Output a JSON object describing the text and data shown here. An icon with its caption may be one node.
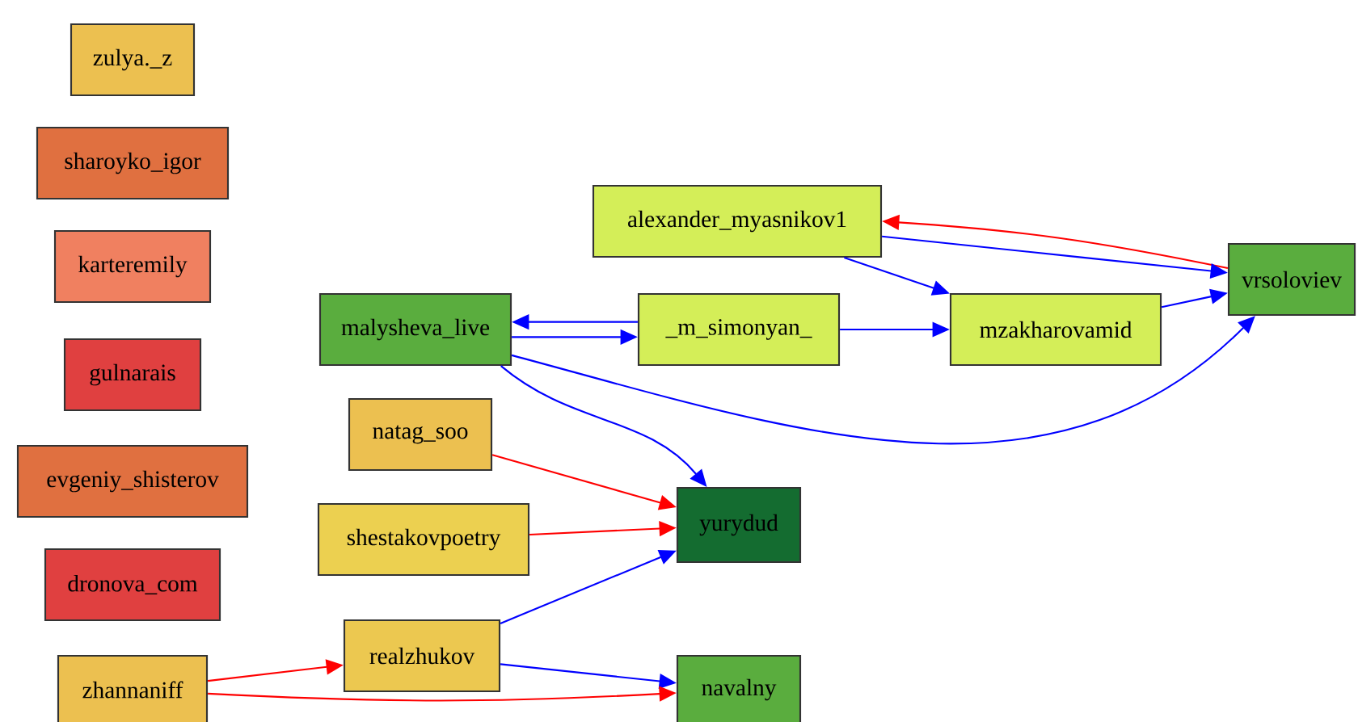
{
  "diagram": {
    "nodes": [
      {
        "text": [
          "zulya._z"
        ]
      },
      {
        "text": [
          "sharoyko_igor"
        ]
      },
      {
        "text": [
          "karteremily"
        ]
      },
      {
        "text": [
          "gulnarais"
        ]
      },
      {
        "text": [
          "evgeniy_shisterov"
        ]
      },
      {
        "text": [
          "dronova_com"
        ]
      },
      {
        "text": [
          "zhannaniff"
        ]
      },
      {
        "text": [
          "natag_soo"
        ]
      },
      {
        "text": [
          "shestakovpoetry"
        ]
      },
      {
        "text": [
          "realzhukov"
        ]
      },
      {
        "text": [
          "malysheva_live"
        ]
      },
      {
        "text": [
          "_m_simonyan_"
        ]
      },
      {
        "text": [
          "alexander_myasnikov1"
        ]
      },
      {
        "text": [
          "mzakharovamid"
        ]
      },
      {
        "text": [
          "vrsoloviev"
        ]
      },
      {
        "text": [
          "yurydud"
        ]
      },
      {
        "text": [
          "navalny"
        ]
      }
    ],
    "edges": [
      {
        "from": 14,
        "to": 12,
        "arrow": "to",
        "color": "#ff0000"
      },
      {
        "from": 12,
        "to": 14,
        "arrow": "to"
      },
      {
        "from": 12,
        "to": 13,
        "arrow": "to"
      },
      {
        "from": 13,
        "to": 14,
        "arrow": "to"
      },
      {
        "from": 11,
        "to": 10,
        "arrow": "to"
      },
      {
        "from": 10,
        "to": 11,
        "arrow": "to"
      },
      {
        "from": 11,
        "to": 13,
        "arrow": "to"
      },
      {
        "from": 10,
        "to": 14,
        "arrow": "to"
      },
      {
        "from": 10,
        "to": 15,
        "arrow": "to"
      },
      {
        "from": 7,
        "to": 15,
        "arrow": "to",
        "color": "#ff0000"
      },
      {
        "from": 8,
        "to": 15,
        "arrow": "to",
        "color": "#ff0000"
      },
      {
        "from": 9,
        "to": 15,
        "arrow": "to"
      },
      {
        "from": 9,
        "to": 16,
        "arrow": "to"
      },
      {
        "from": 6,
        "to": 9,
        "arrow": "to",
        "color": "#ff0000"
      },
      {
        "from": 6,
        "to": 16,
        "arrow": "to",
        "color": "#ff0000"
      }
    ]
  }
}
